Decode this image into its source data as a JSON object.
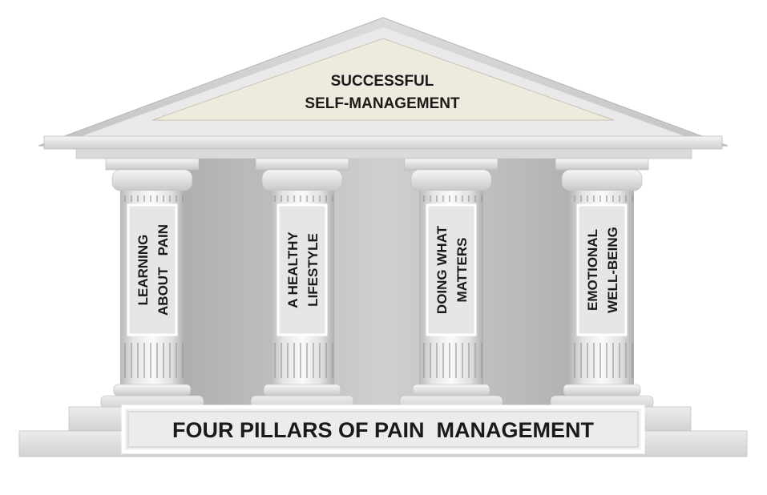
{
  "roof": {
    "line1": "SUCCESSFUL",
    "line2": "SELF-MANAGEMENT"
  },
  "pillars": [
    {
      "line1": "LEARNING",
      "line2": "ABOUT   PAIN"
    },
    {
      "line1": "A HEALTHY",
      "line2": "LIFESTYLE"
    },
    {
      "line1": "DOING WHAT",
      "line2": "MATTERS"
    },
    {
      "line1": "EMOTIONAL",
      "line2": "WELL-BEING"
    }
  ],
  "base": {
    "label": "FOUR PILLARS OF PAIN  MANAGEMENT"
  },
  "colors": {
    "stone_light": "#f2f2f2",
    "stone_mid": "#d9d9d9",
    "stone_dark": "#a6a6a6",
    "pediment_fill": "#eeeade",
    "text": "#1a1a1a"
  }
}
